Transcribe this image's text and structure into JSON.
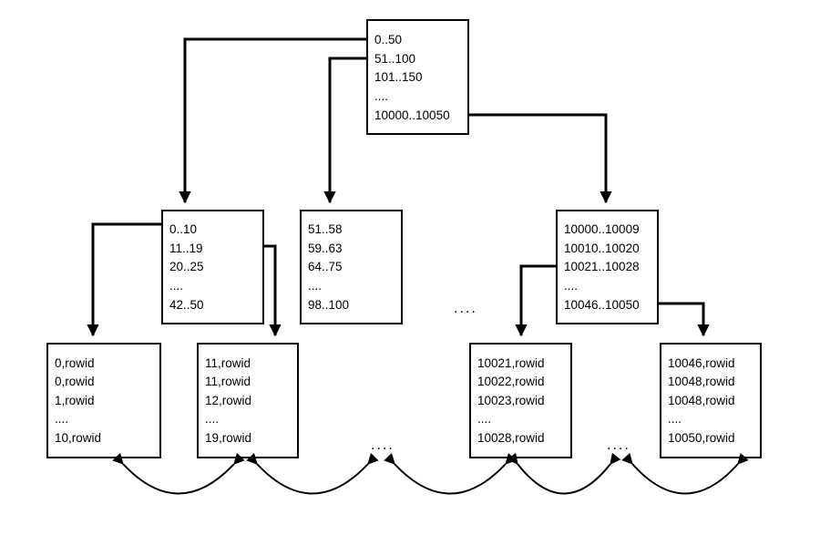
{
  "root": {
    "entries": [
      "0..50",
      "51..100",
      "101..150",
      "....",
      "10000..10050"
    ]
  },
  "branches": [
    {
      "entries": [
        "0..10",
        "11..19",
        "20..25",
        "....",
        "42..50"
      ]
    },
    {
      "entries": [
        "51..58",
        "59..63",
        "64..75",
        "....",
        "98..100"
      ]
    },
    {
      "entries": [
        "10000..10009",
        "10010..10020",
        "10021..10028",
        "....",
        "10046..10050"
      ]
    }
  ],
  "leaves": [
    {
      "entries": [
        "0,rowid",
        "0,rowid",
        "1,rowid",
        "....",
        "10,rowid"
      ]
    },
    {
      "entries": [
        "11,rowid",
        "11,rowid",
        "12,rowid",
        "....",
        "19,rowid"
      ]
    },
    {
      "entries": [
        "10021,rowid",
        "10022,rowid",
        "10023,rowid",
        "....",
        "10028,rowid"
      ]
    },
    {
      "entries": [
        "10046,rowid",
        "10048,rowid",
        "10048,rowid",
        "....",
        "10050,rowid"
      ]
    }
  ],
  "ellipses": {
    "branch_gap": "....",
    "leaf_gap_1": "....",
    "leaf_gap_2": "...."
  }
}
